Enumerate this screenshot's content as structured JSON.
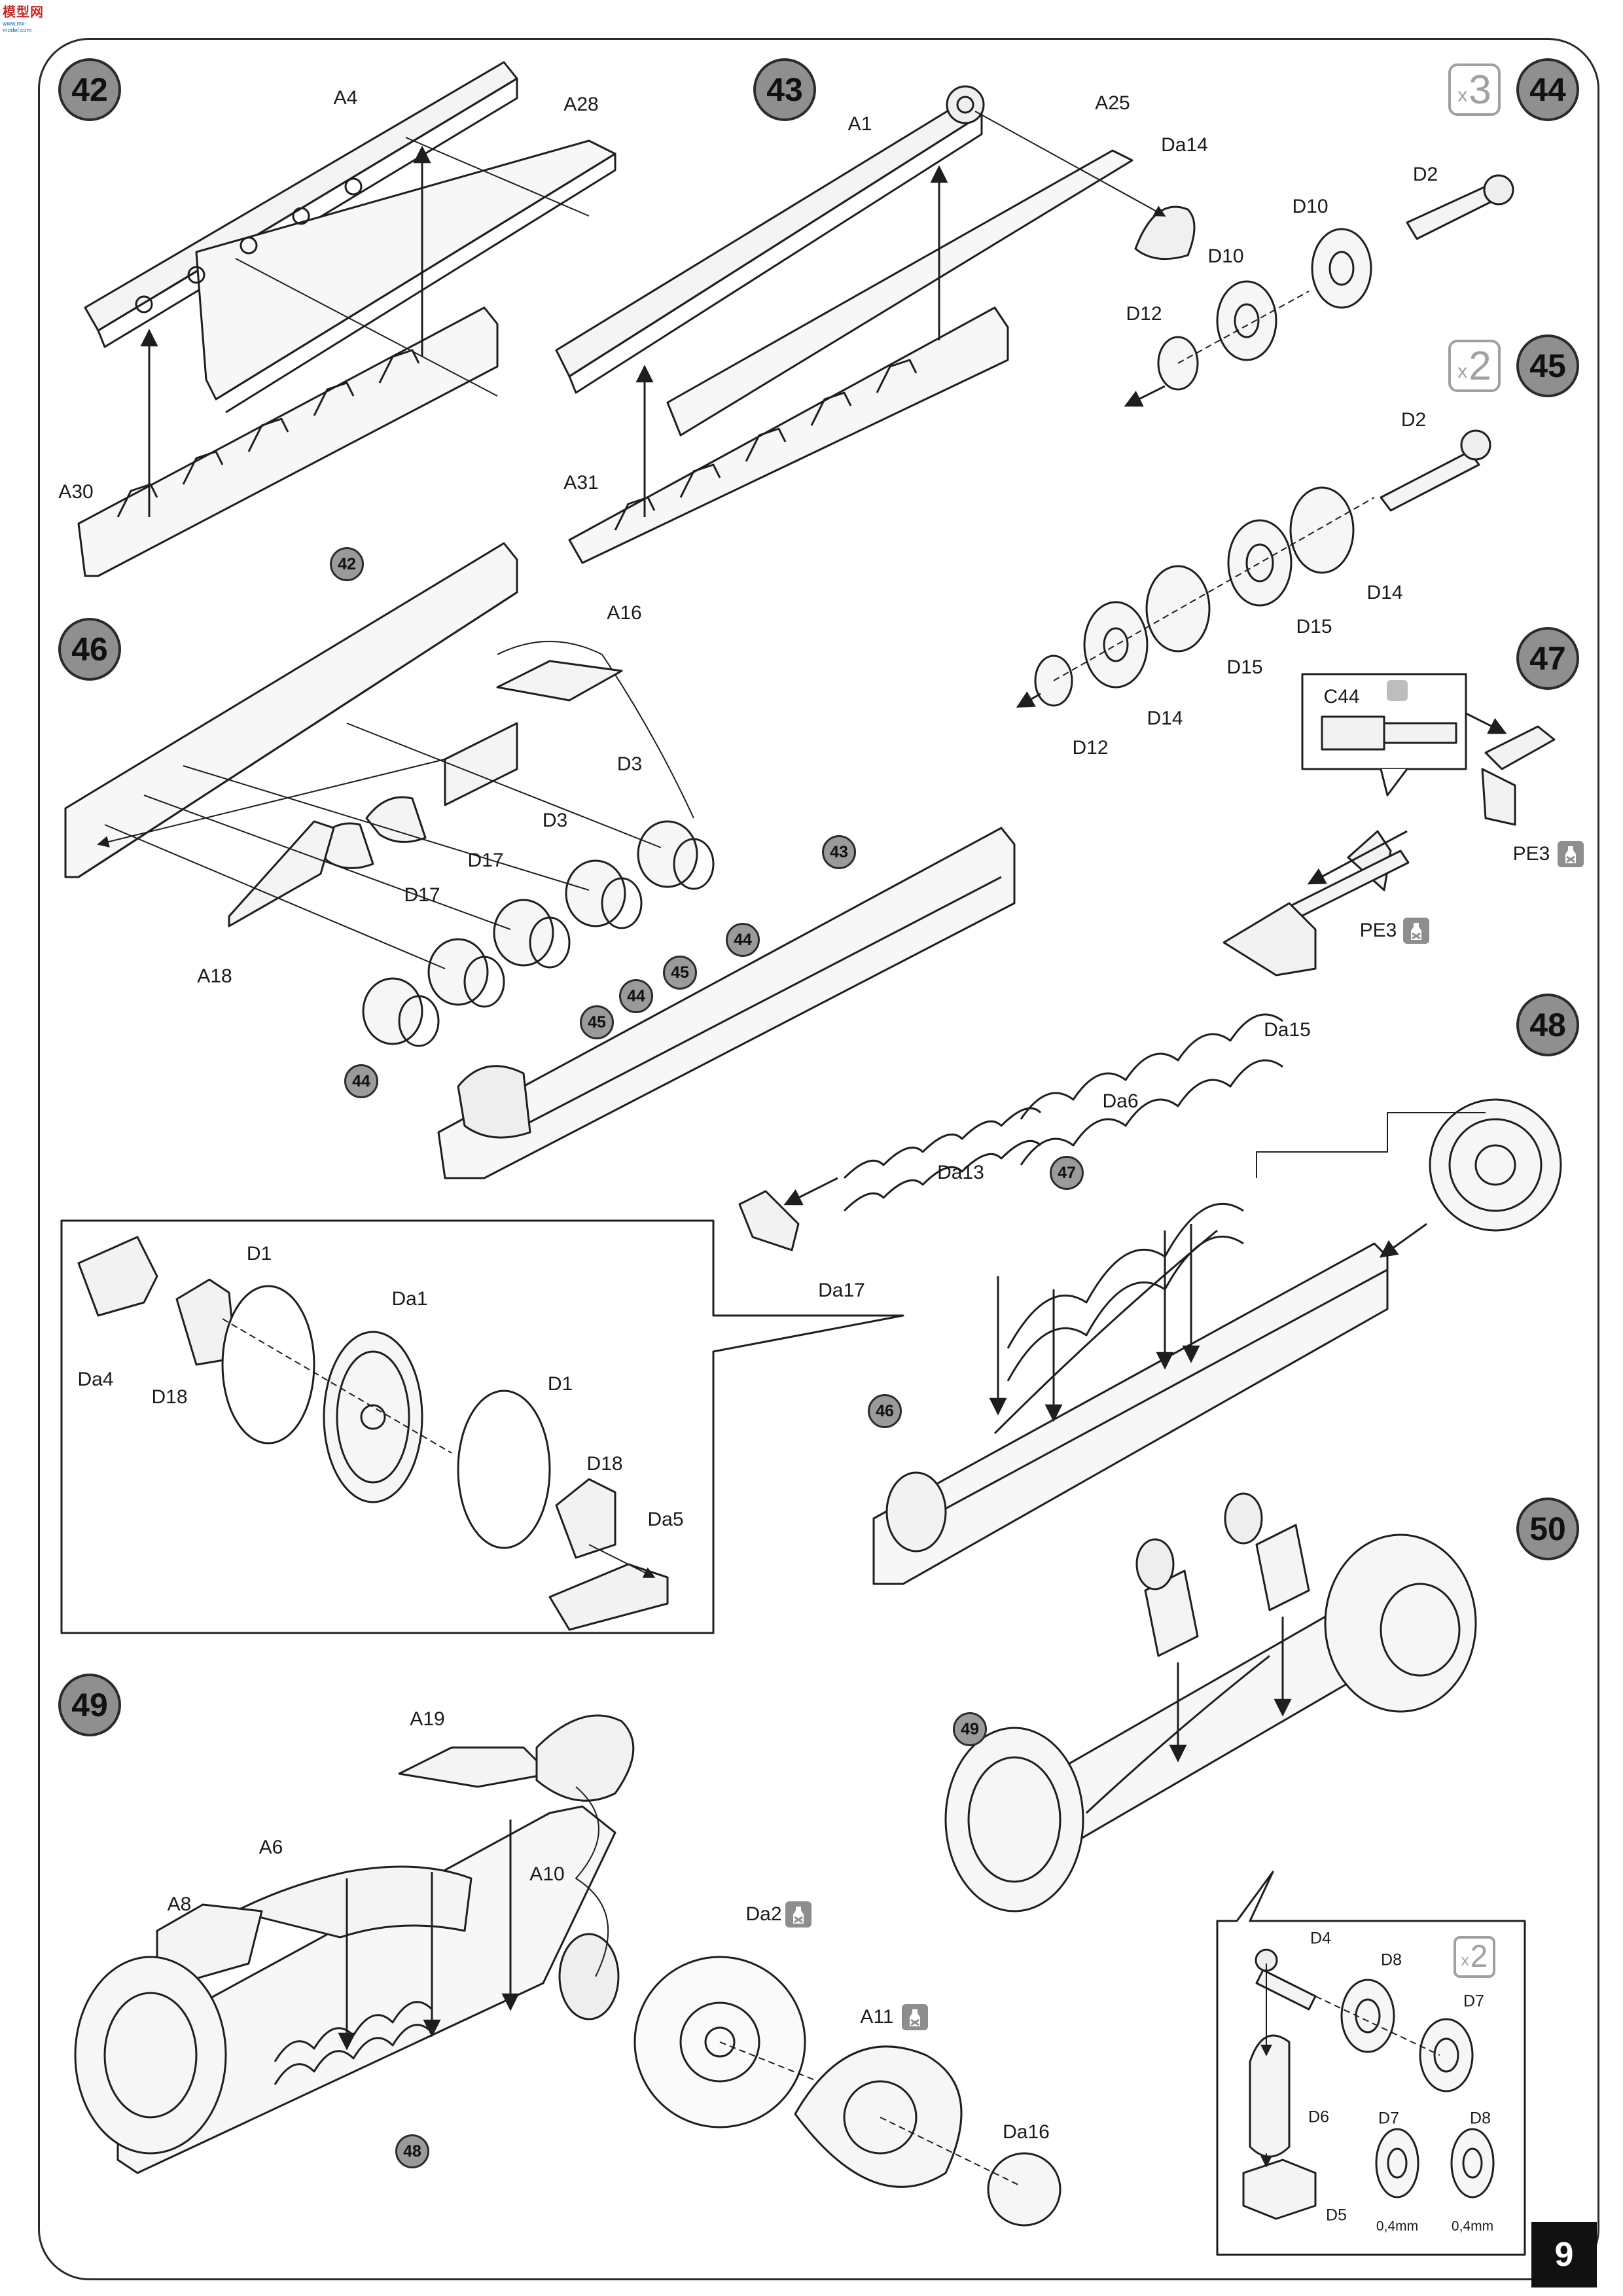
{
  "header": {
    "logo_line1": "模型网",
    "logo_line2": "www.mx-model.com"
  },
  "page_number": "9",
  "steps": {
    "s42": "42",
    "s43": "43",
    "s44": "44",
    "s45": "45",
    "s46": "46",
    "s47": "47",
    "s48": "48",
    "s49": "49",
    "s50": "50"
  },
  "multipliers": {
    "m44": {
      "x": "x",
      "n": "3"
    },
    "m45": {
      "x": "x",
      "n": "2"
    },
    "m50": {
      "x": "x",
      "n": "2"
    }
  },
  "refs": {
    "r42_in46": "42",
    "r43_in46": "43",
    "r44_a": "44",
    "r45_a": "45",
    "r44_b": "44",
    "r45_b": "45",
    "r44_c": "44",
    "r47_in48": "47",
    "r46_in48": "46",
    "r49_in50": "49",
    "r48_in49": "48"
  },
  "labels": {
    "A4": "A4",
    "A28": "A28",
    "A30": "A30",
    "A1": "A1",
    "A25": "A25",
    "Da14": "Da14",
    "A31": "A31",
    "D2_44": "D2",
    "D10_a": "D10",
    "D10_b": "D10",
    "D12_44": "D12",
    "D2_45": "D2",
    "D14_a": "D14",
    "D15_a": "D15",
    "D15_b": "D15",
    "D14_b": "D14",
    "D12_45": "D12",
    "A16": "A16",
    "D3_a": "D3",
    "D3_b": "D3",
    "D17_a": "D17",
    "D17_b": "D17",
    "A18": "A18",
    "C44": "C44",
    "PE3_a": "PE3",
    "PE3_b": "PE3",
    "Da15": "Da15",
    "Da6": "Da6",
    "Da13": "Da13",
    "Da17": "Da17",
    "D1_a": "D1",
    "Da1": "Da1",
    "D1_b": "D1",
    "Da4": "Da4",
    "D18_a": "D18",
    "D18_b": "D18",
    "Da5": "Da5",
    "A19": "A19",
    "A6": "A6",
    "A10": "A10",
    "A8": "A8",
    "Da2": "Da2",
    "A11": "A11",
    "Da16": "Da16",
    "D4": "D4",
    "D8_a": "D8",
    "D7_a": "D7",
    "D6": "D6",
    "D5": "D5",
    "D7_b": "D7",
    "D8_b": "D8",
    "mm_a": "0,4mm",
    "mm_b": "0,4mm"
  },
  "colors": {
    "badge": "#8f8f8f",
    "line": "#1e1e1e",
    "multiplier": "#a0a0a0"
  }
}
